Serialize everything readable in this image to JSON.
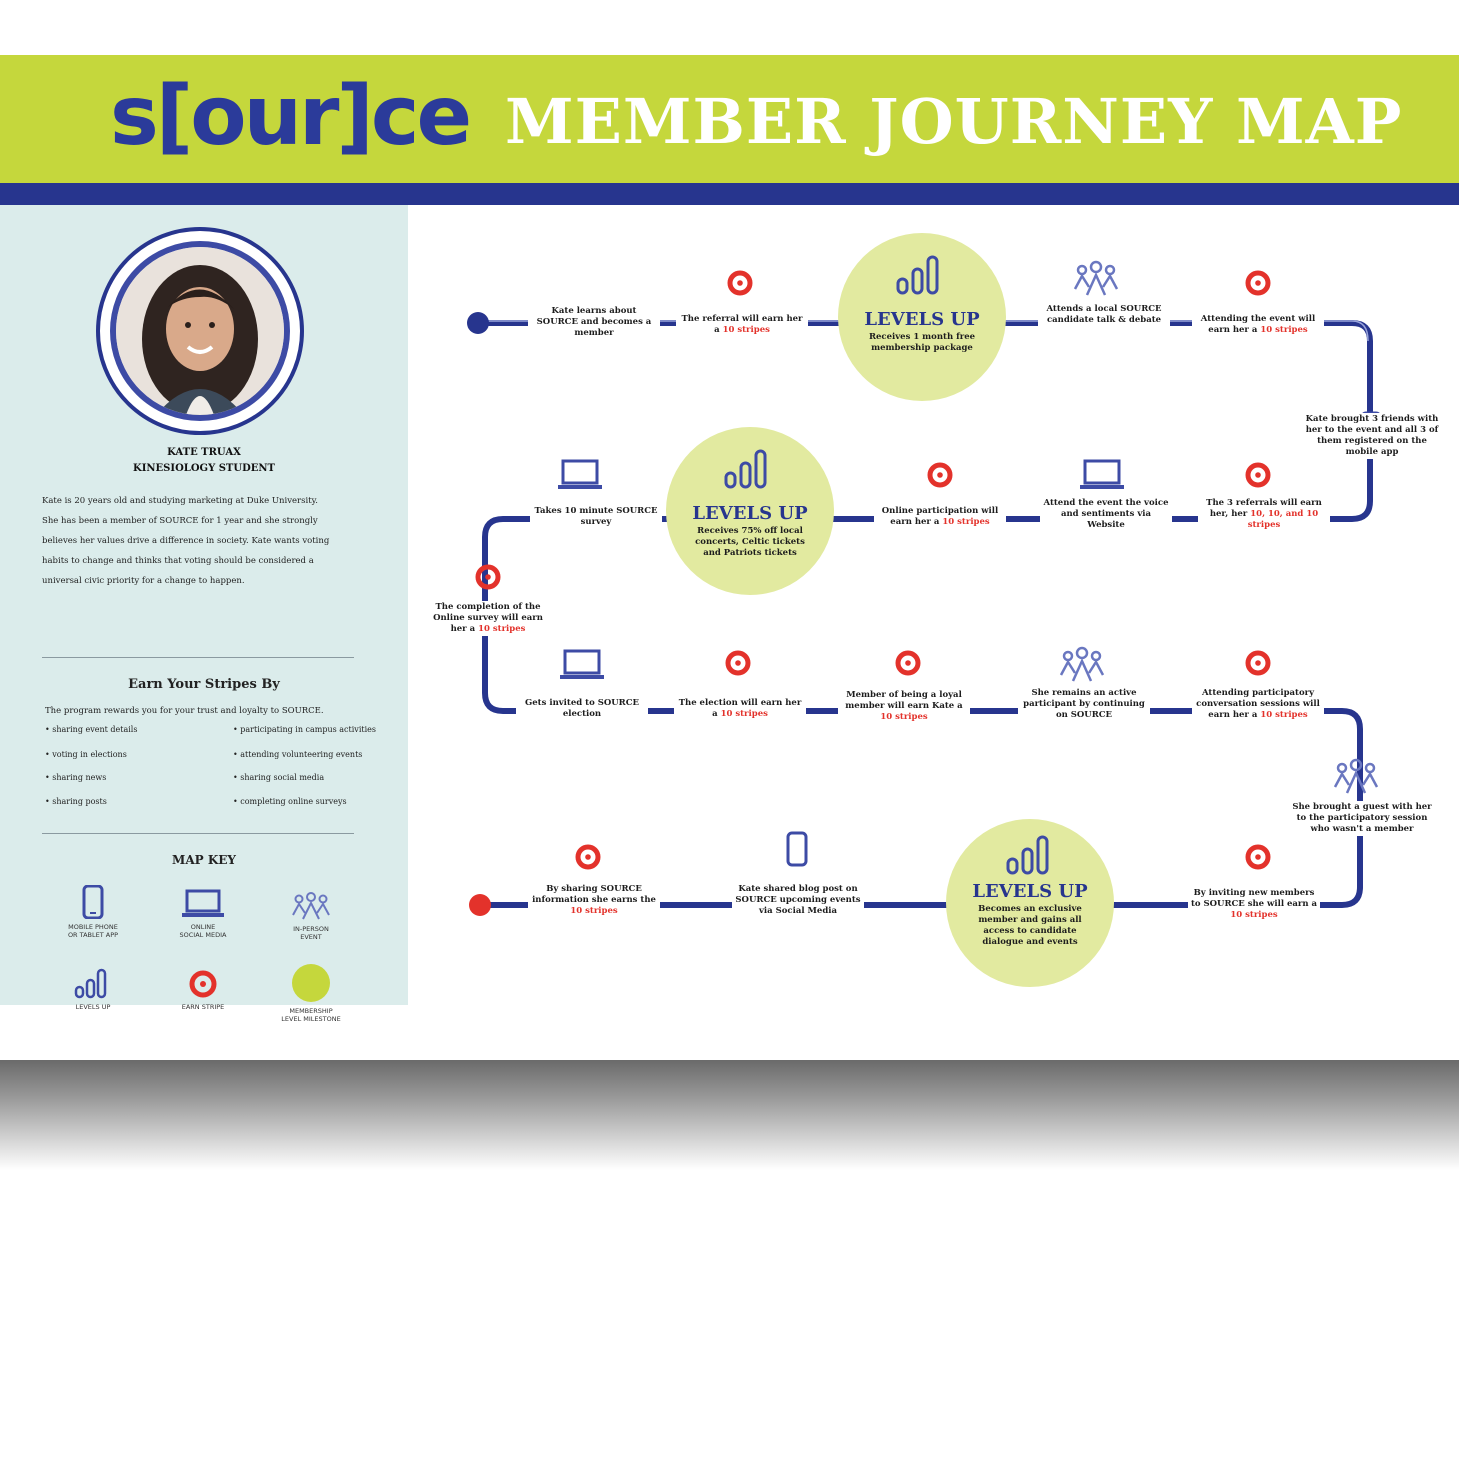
{
  "header": {
    "logo": "s[our]ce",
    "title": "MEMBER JOURNEY MAP"
  },
  "colors": {
    "navy": "#27358e",
    "lime": "#c5d73c",
    "circle": "#e2eaa0",
    "red": "#e3322b",
    "sidebar": "#dbeceb"
  },
  "persona": {
    "name": "KATE TRUAX",
    "role": "KINESIOLOGY STUDENT",
    "bio": [
      "Kate is 20 years old and studying marketing at Duke University.",
      "She has been a member of SOURCE for 1 year and she strongly",
      "believes her values drive a difference in society. Kate wants voting",
      "habits to change and thinks that voting should be considered a",
      "universal civic priority for a change to happen."
    ]
  },
  "earn": {
    "title": "Earn Your Stripes By",
    "intro": "The program rewards you for your trust and loyalty to SOURCE.",
    "items": [
      "• sharing event details",
      "• participating in campus activities",
      "• voting in elections",
      "• attending volunteering events",
      "• sharing news",
      "• sharing social media",
      "• sharing posts",
      "• completing online surveys"
    ]
  },
  "map_key": {
    "title": "MAP KEY",
    "items": [
      {
        "icon": "phone-icon",
        "label": [
          "MOBILE PHONE",
          "OR TABLET APP"
        ]
      },
      {
        "icon": "laptop-icon",
        "label": [
          "ONLINE",
          "SOCIAL MEDIA"
        ]
      },
      {
        "icon": "people-icon",
        "label": [
          "IN-PERSON",
          "EVENT"
        ]
      },
      {
        "icon": "levels-icon",
        "label": [
          "LEVELS UP"
        ]
      },
      {
        "icon": "stripe-icon",
        "label": [
          "EARN STRIPE"
        ]
      },
      {
        "icon": "circle-icon",
        "label": [
          "MEMBERSHIP",
          "LEVEL MILESTONE"
        ]
      }
    ]
  },
  "journey": {
    "steps": [
      {
        "text": "Kate learns about SOURCE and becomes a member",
        "stripe": ""
      },
      {
        "text": "The referral will earn her a",
        "stripe": "10 stripes"
      },
      {
        "text": "Attends a local SOURCE candidate talk & debate",
        "stripe": ""
      },
      {
        "text": "Attending the event will earn her a",
        "stripe": "10 stripes"
      },
      {
        "text": "Kate brought 3 friends with her to the event and all 3 of them registered on the mobile app",
        "stripe": ""
      },
      {
        "text": "The 3 referrals will earn her, her",
        "stripe": "10, 10, and 10 stripes"
      },
      {
        "text": "Attend the event the voice and sentiments via Website",
        "stripe": ""
      },
      {
        "text": "Online participation will earn her a",
        "stripe": "10 stripes"
      },
      {
        "text": "Takes 10 minute SOURCE survey",
        "stripe": ""
      },
      {
        "text": "The completion of the Online survey will earn her a",
        "stripe": "10 stripes"
      },
      {
        "text": "Gets invited to SOURCE election",
        "stripe": ""
      },
      {
        "text": "The election will earn her a",
        "stripe": "10 stripes"
      },
      {
        "text": "Member of being a loyal member will earn Kate a",
        "stripe": "10 stripes"
      },
      {
        "text": "She remains an active participant by continuing on SOURCE",
        "stripe": ""
      },
      {
        "text": "Attending participatory conversation sessions will earn her a",
        "stripe": "10 stripes"
      },
      {
        "text": "She brought a guest with her to the participatory session who wasn't a member",
        "stripe": ""
      },
      {
        "text": "By inviting new members to SOURCE she will earn a",
        "stripe": "10 stripes"
      },
      {
        "text": "Kate shared blog post on SOURCE upcoming events via Social Media",
        "stripe": ""
      },
      {
        "text": "By sharing SOURCE information she earns the",
        "stripe": "10 stripes"
      }
    ],
    "levels": [
      {
        "title": "LEVELS UP",
        "text": "Receives 1 month free membership package"
      },
      {
        "title": "LEVELS UP",
        "text": "Receives 75% off local concerts, Celtic tickets and Patriots tickets"
      },
      {
        "title": "LEVELS UP",
        "text": "Becomes an exclusive member and gains all access to candidate dialogue and events"
      }
    ]
  }
}
